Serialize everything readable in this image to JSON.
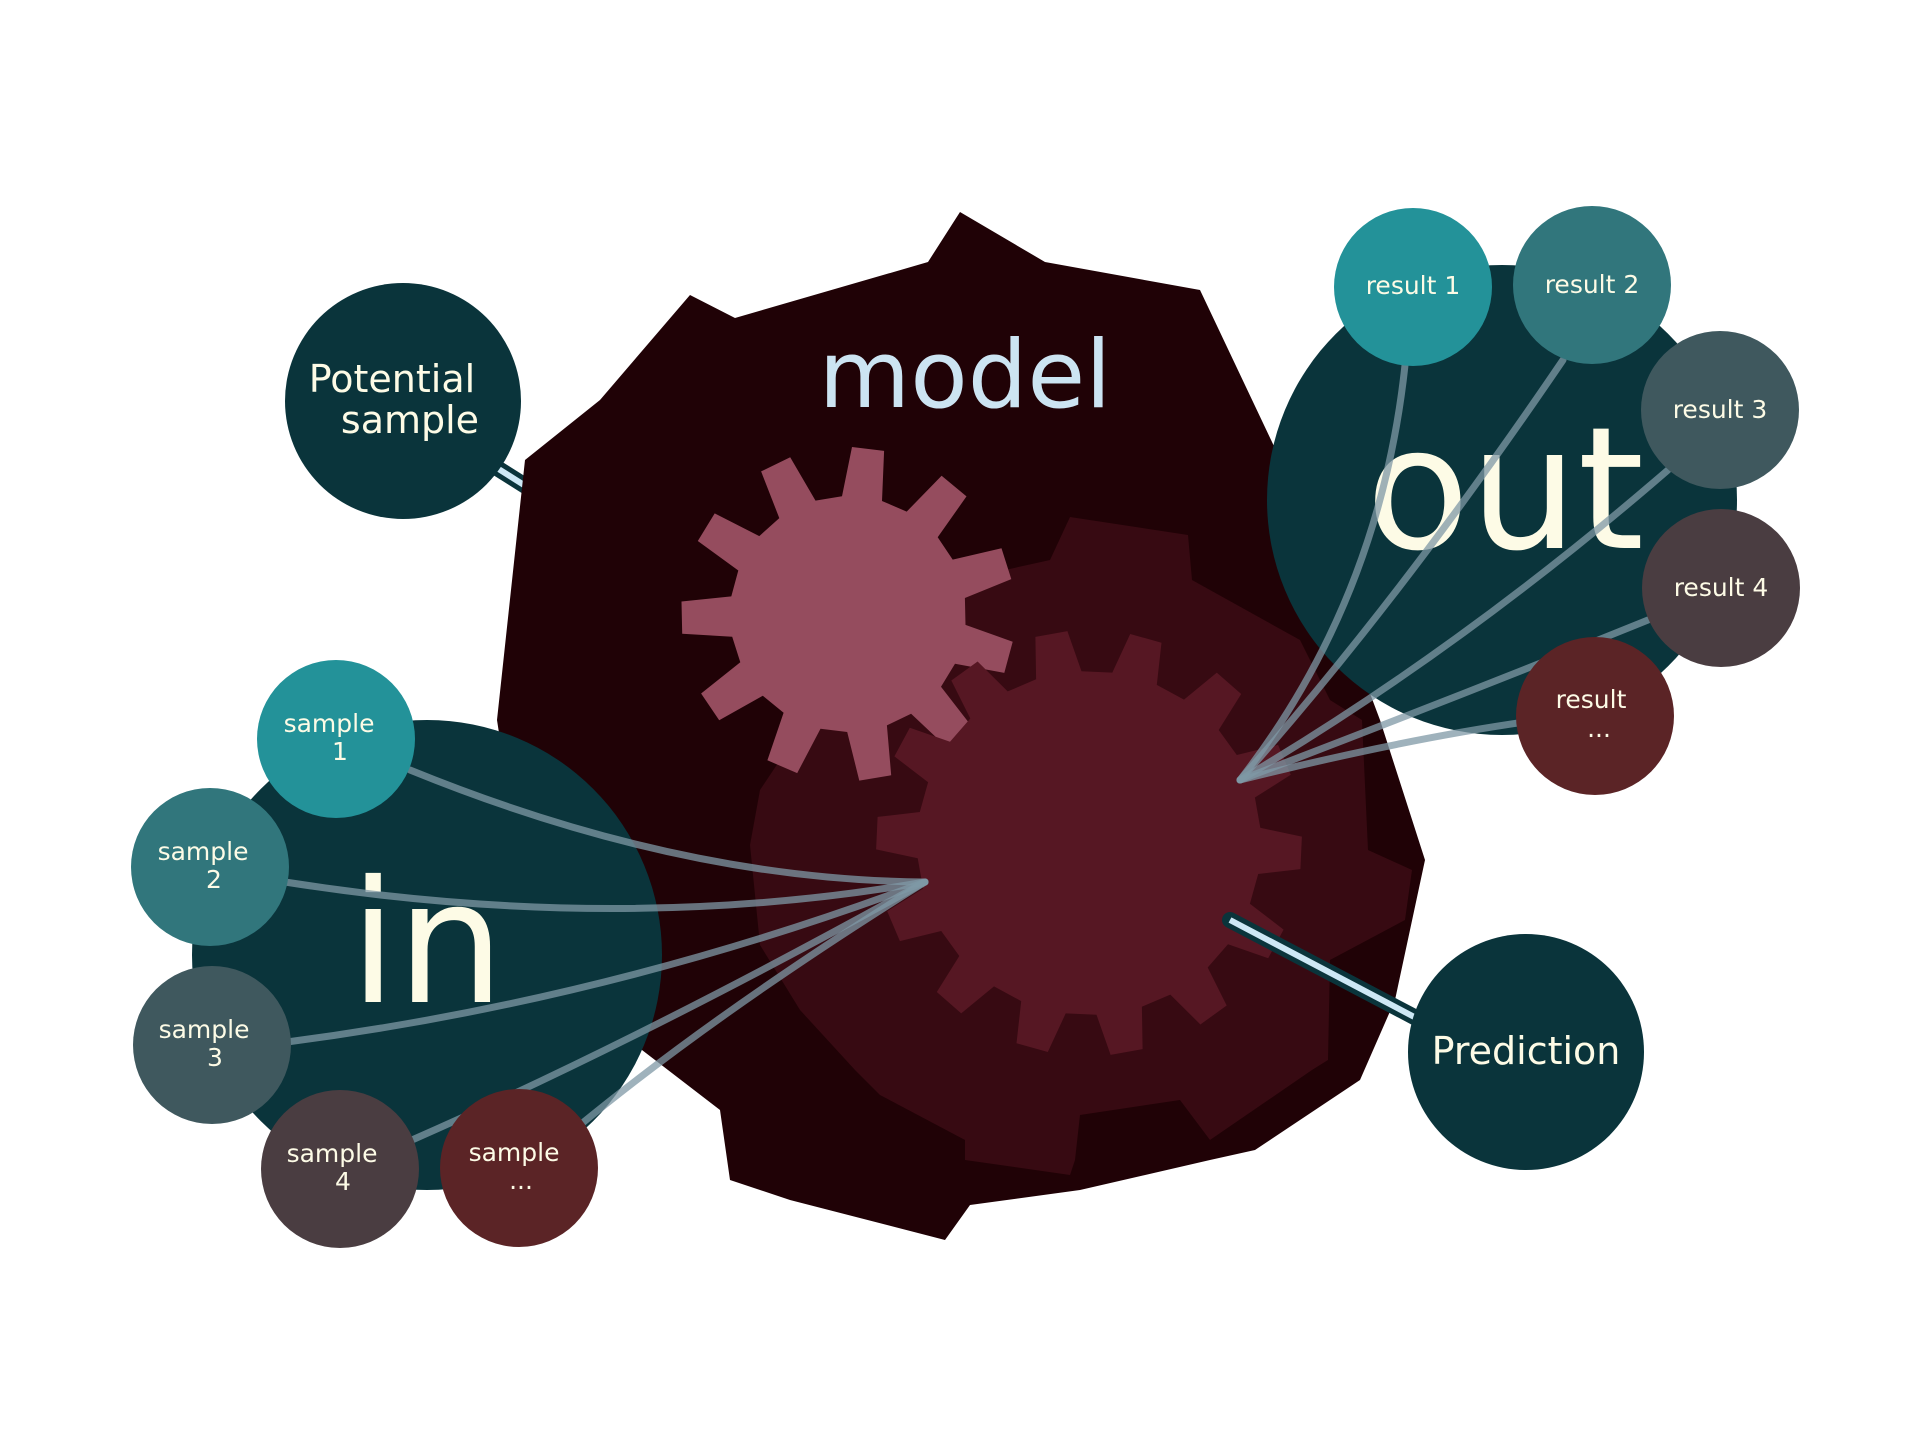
{
  "colors": {
    "model_body": "#200206",
    "model_gear_back": "#370a12",
    "small_gear": "#954c5e",
    "big_gear": "#561723",
    "node_dark": "#0a343b",
    "teal_1": "#239299",
    "teal_2": "#31767c",
    "slate_3": "#3f585e",
    "gray_4": "#4a3d41",
    "red_5": "#5b2426",
    "label_light": "#fdfbe6",
    "model_label": "#cce4f2",
    "connector_line": "#cde8f5",
    "spoke_line": "#7f98a5"
  },
  "model": {
    "label": "model"
  },
  "input_group": {
    "label": "in",
    "samples": [
      {
        "line1": "sample",
        "line2": "1"
      },
      {
        "line1": "sample",
        "line2": "2"
      },
      {
        "line1": "sample",
        "line2": "3"
      },
      {
        "line1": "sample",
        "line2": "4"
      },
      {
        "line1": "sample",
        "line2": "..."
      }
    ]
  },
  "output_group": {
    "label": "out",
    "results": [
      {
        "line1": "result 1",
        "line2": ""
      },
      {
        "line1": "result 2",
        "line2": ""
      },
      {
        "line1": "result 3",
        "line2": ""
      },
      {
        "line1": "result 4",
        "line2": ""
      },
      {
        "line1": "result",
        "line2": "..."
      }
    ]
  },
  "potential_sample": {
    "line1": "Potential",
    "line2": "sample"
  },
  "prediction": {
    "label": "Prediction"
  }
}
